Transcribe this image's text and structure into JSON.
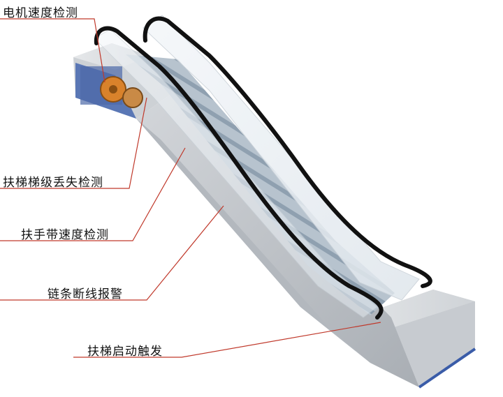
{
  "labels": {
    "motor_speed": "电机速度检测",
    "step_missing": "扶梯梯级丢失检测",
    "handrail_speed": "扶手带速度检测",
    "chain_break": "链条断线报警",
    "start_trigger": "扶梯启动触发"
  },
  "colors": {
    "leader_line": "#c0392b",
    "motor": "#d9822b",
    "truss": "#b9bec4",
    "steps": "#9fb0bf",
    "handrail": "#111111",
    "frame_blue": "#3a5ca8"
  }
}
